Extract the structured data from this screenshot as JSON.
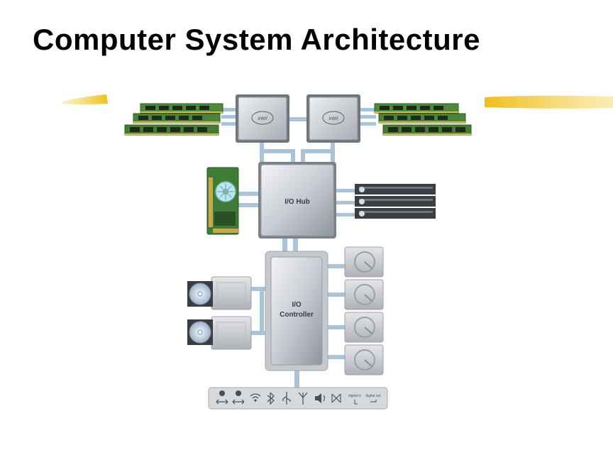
{
  "slide": {
    "title": "Computer System Architecture"
  },
  "diagram": {
    "io_hub_label": "I/O Hub",
    "io_controller_label_line1": "I/O",
    "io_controller_label_line2": "Controller",
    "cpu_logo_text": "intel",
    "port_labels": {
      "digital_in": "digital in",
      "digital_out": "digital out"
    },
    "colors": {
      "bus": "#a9c4d9",
      "accent_brush": "#f2c21b",
      "chip": "#b9bec6",
      "memory": "#4f8a3c"
    }
  }
}
